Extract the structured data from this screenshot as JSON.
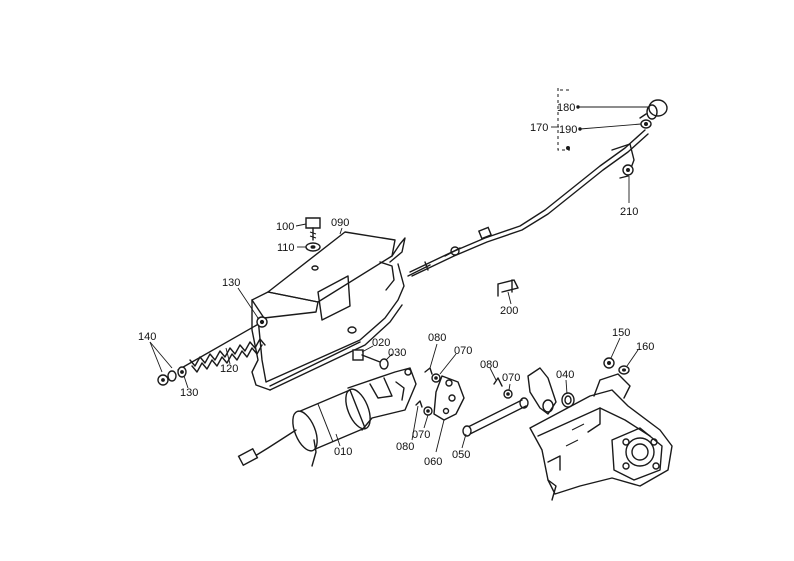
{
  "labels": {
    "p010": "010",
    "p020": "020",
    "p030": "030",
    "p040": "040",
    "p050": "050",
    "p060": "060",
    "p070a": "070",
    "p070b": "070",
    "p070c": "070",
    "p080a": "080",
    "p080b": "080",
    "p080c": "080",
    "p090": "090",
    "p100": "100",
    "p110": "110",
    "p120": "120",
    "p130a": "130",
    "p130b": "130",
    "p140": "140",
    "p150": "150",
    "p160": "160",
    "p170": "170",
    "p180": "180",
    "p190": "190",
    "p200": "200",
    "p210": "210"
  }
}
